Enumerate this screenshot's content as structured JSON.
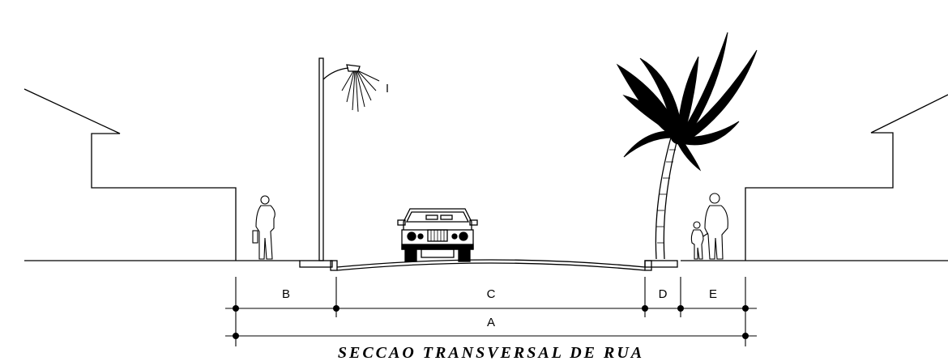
{
  "title": "SECCAO TRANSVERSAL DE RUA",
  "dimensions": {
    "A": "A",
    "B": "B",
    "C": "C",
    "D": "D",
    "E": "E"
  },
  "elements": [
    "house-left",
    "pedestrian",
    "street-lamp",
    "car",
    "palm-tree",
    "adult-with-child",
    "house-right"
  ]
}
